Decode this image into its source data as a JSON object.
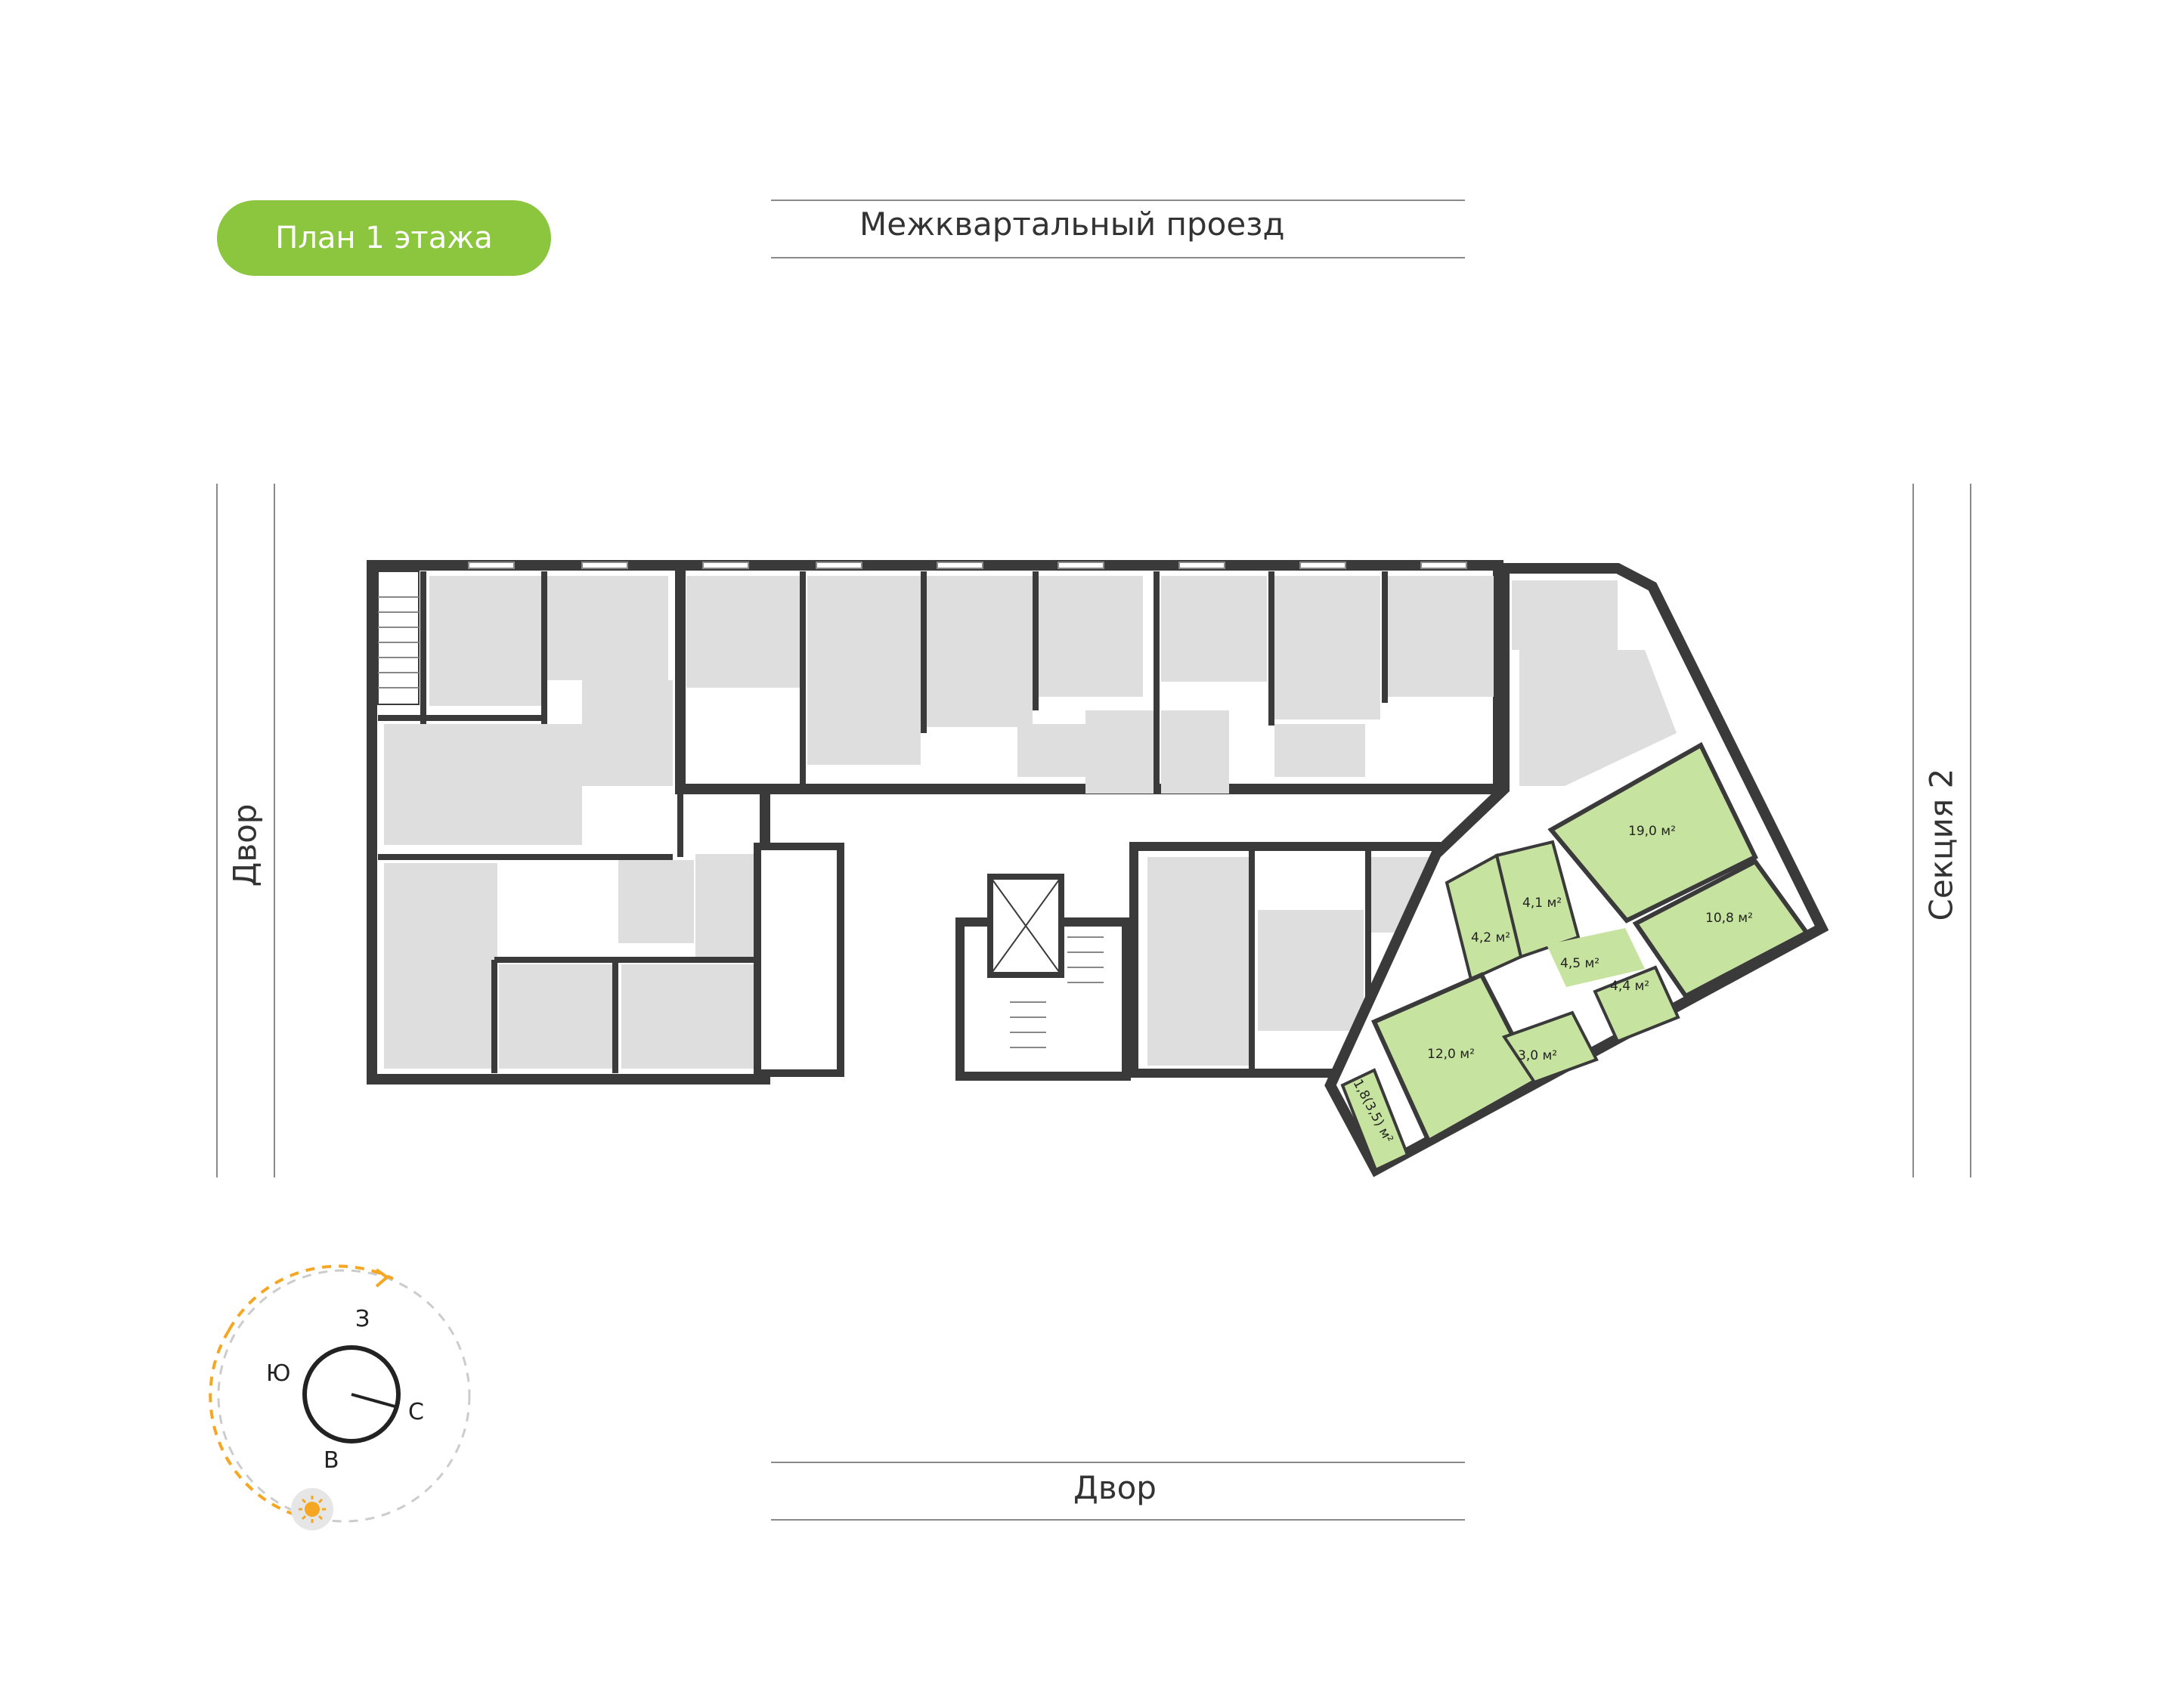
{
  "header": {
    "floor_badge": "План 1 этажа"
  },
  "streets": {
    "top": "Межквартальный проезд",
    "bottom": "Двор",
    "left": "Двор",
    "right": "Секция 2"
  },
  "colors": {
    "accent_green": "#8cc63f",
    "highlight_green": "#c7e3a0",
    "room_gray": "#dedede",
    "wall": "#3a3a3a",
    "sun_orange": "#f5a623"
  },
  "apartment_rooms": [
    {
      "id": "room-19",
      "area": "19,0 м²"
    },
    {
      "id": "room-10",
      "area": "10,8 м²"
    },
    {
      "id": "room-4-1",
      "area": "4,1 м²"
    },
    {
      "id": "room-4-2",
      "area": "4,2 м²"
    },
    {
      "id": "room-4-5",
      "area": "4,5 м²"
    },
    {
      "id": "room-4-4",
      "area": "4,4 м²"
    },
    {
      "id": "room-12",
      "area": "12,0 м²"
    },
    {
      "id": "room-3",
      "area": "3,0 м²"
    },
    {
      "id": "room-balcony",
      "area": "1,8(3,5) м²"
    }
  ],
  "compass": {
    "north": "С",
    "south": "Ю",
    "east": "В",
    "west": "З",
    "sun_icon": "sun-icon"
  }
}
